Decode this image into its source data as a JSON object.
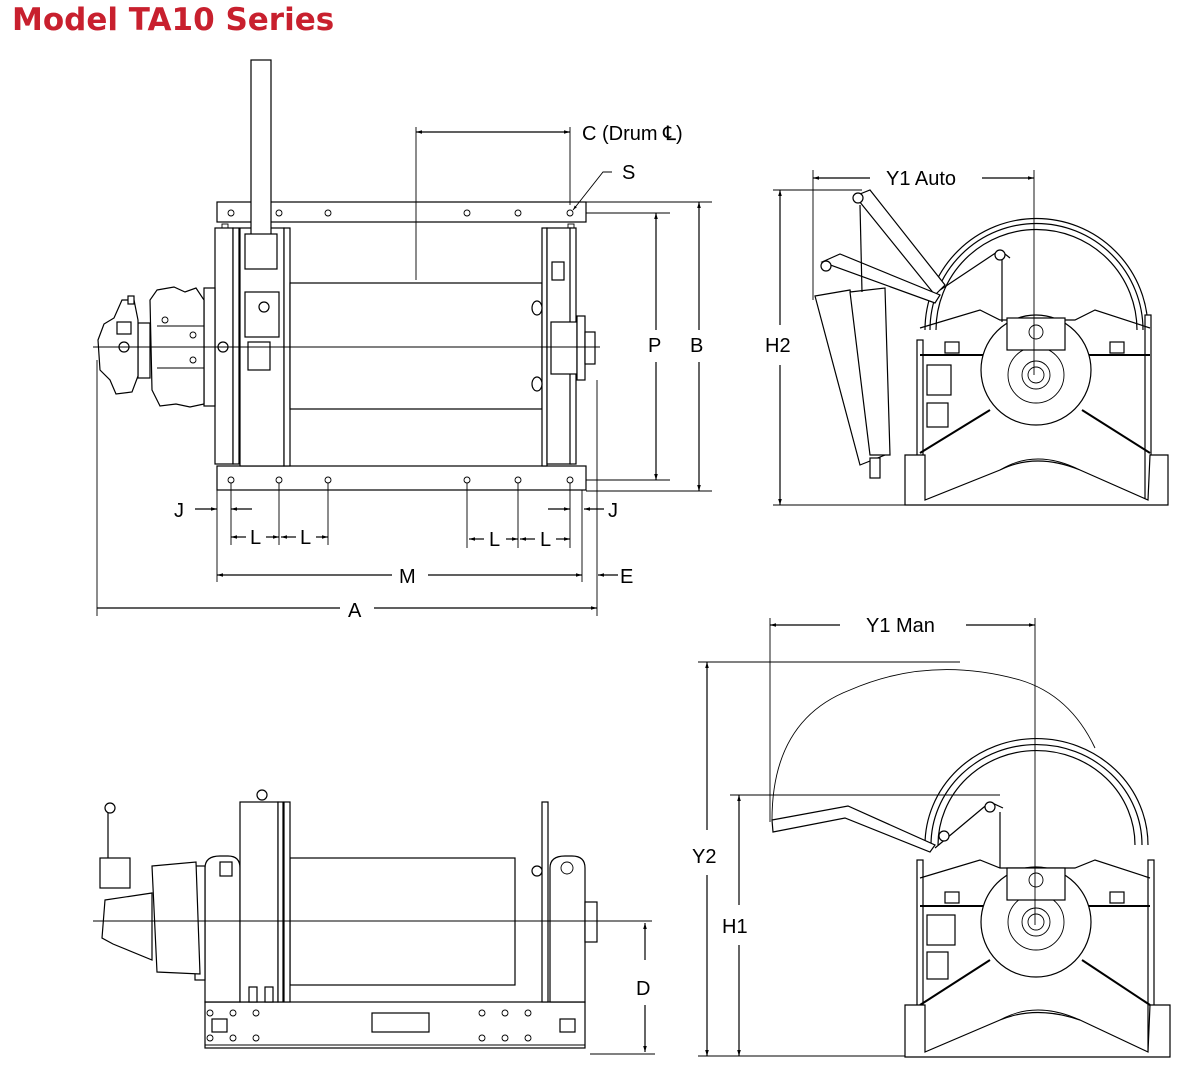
{
  "title": "Model TA10 Series",
  "title_color": "#c8202e",
  "views": {
    "top_view": {
      "labels": {
        "drum_centerline": "C (Drum ℄)",
        "bolt_hole": "S",
        "mount_hole_spacing": "P",
        "base_width": "B",
        "edge_left": "J",
        "edge_right": "J",
        "spacing_1": "L",
        "spacing_2": "L",
        "spacing_3": "L",
        "spacing_4": "L",
        "mount_length": "M",
        "overhang": "E",
        "overall_length": "A"
      }
    },
    "side_view_auto": {
      "labels": {
        "lever_reach": "Y1 Auto",
        "height": "H2"
      }
    },
    "front_view": {
      "labels": {
        "centerline_height": "D"
      }
    },
    "side_view_manual": {
      "labels": {
        "lever_reach": "Y1 Man",
        "lever_height": "Y2",
        "height": "H1"
      }
    }
  },
  "icons": {
    "centerline_symbol": "centerline-icon"
  }
}
